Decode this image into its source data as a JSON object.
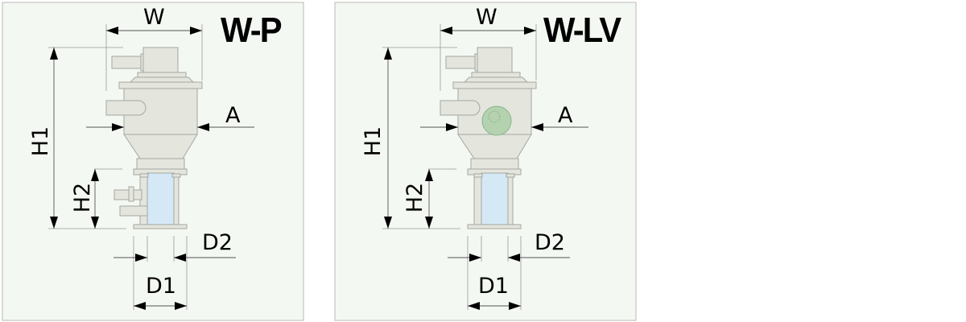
{
  "panels": [
    {
      "title": "W-P",
      "labels": {
        "w": "W",
        "h1": "H1",
        "h2": "H2",
        "a": "A",
        "d1": "D1",
        "d2": "D2"
      },
      "has_sight_glass": false,
      "has_side_valve": true
    },
    {
      "title": "W-LV",
      "labels": {
        "w": "W",
        "h1": "H1",
        "h2": "H2",
        "a": "A",
        "d1": "D1",
        "d2": "D2"
      },
      "has_sight_glass": true,
      "has_side_valve": false
    }
  ],
  "colors": {
    "background": "#f4f8f2",
    "border": "#b8bab6",
    "body": "#e4e6de",
    "outline": "#a4a6a0",
    "glass": "#d4e8f6",
    "sight_glass": "#b4d2b0"
  }
}
